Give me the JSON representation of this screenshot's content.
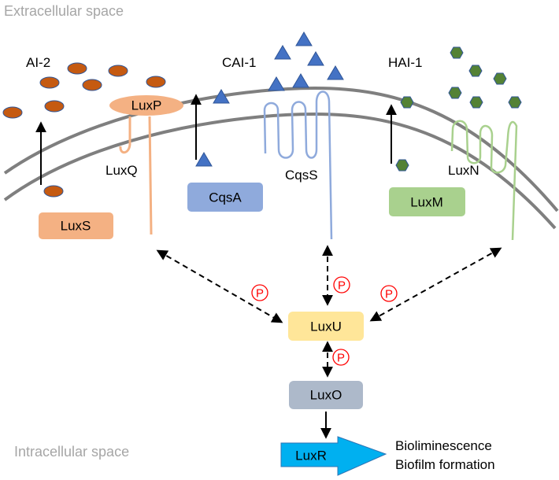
{
  "regions": {
    "extracellular": "Extracellular space",
    "intracellular": "Intracellular space"
  },
  "autoinducers": [
    {
      "id": "ai2",
      "label": "AI-2",
      "shape": "ellipse",
      "color": "#c55a11",
      "stroke": "#2f5597"
    },
    {
      "id": "cai1",
      "label": "CAI-1",
      "shape": "triangle",
      "color": "#4472c4",
      "stroke": "#2f5597"
    },
    {
      "id": "hai1",
      "label": "HAI-1",
      "shape": "hexagon",
      "color": "#548235",
      "stroke": "#2f5597"
    }
  ],
  "synthases": [
    {
      "id": "luxs",
      "label": "LuxS",
      "color": "#f4b183"
    },
    {
      "id": "cqsa",
      "label": "CqsA",
      "color": "#8faadc"
    },
    {
      "id": "luxm",
      "label": "LuxM",
      "color": "#a9d18e"
    }
  ],
  "receptors": [
    {
      "id": "luxp",
      "label": "LuxP",
      "color": "#f4b183"
    },
    {
      "id": "luxq",
      "label": "LuxQ",
      "color": "#f4b183"
    },
    {
      "id": "cqss",
      "label": "CqsS",
      "color": "#8faadc"
    },
    {
      "id": "luxn",
      "label": "LuxN",
      "color": "#a9d18e"
    }
  ],
  "cascade": {
    "luxu": {
      "label": "LuxU",
      "color": "#ffe699"
    },
    "luxo": {
      "label": "LuxO",
      "color": "#adb9ca"
    },
    "luxr": {
      "label": "LuxR",
      "color": "#00b0f0"
    },
    "phospho_label": "P"
  },
  "outputs": [
    "Bioliminescence",
    "Biofilm formation"
  ],
  "colors": {
    "membrane": "#7f7f7f",
    "phospho": "#ff0000"
  }
}
